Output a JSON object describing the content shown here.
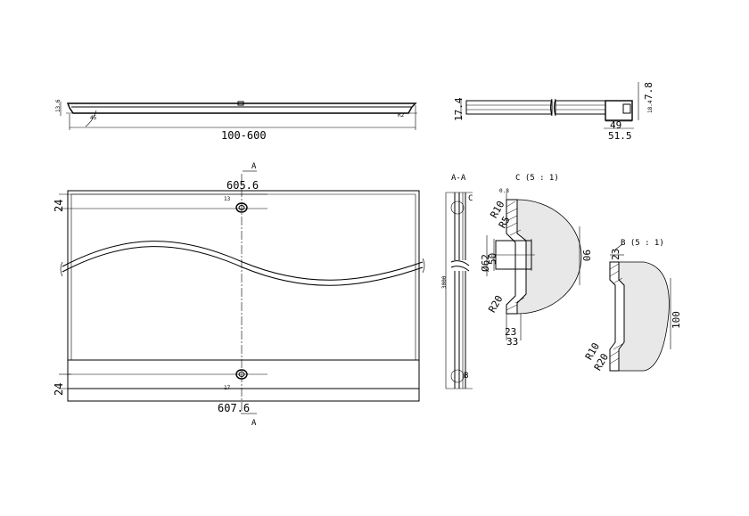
{
  "views": {
    "top_profile": {
      "span_label": "100-600",
      "left_thickness": "13.6",
      "angle_label": "45",
      "radius_label": "R2"
    },
    "side_profile": {
      "height_label": "17.4",
      "top_label": "7.8",
      "inner_label": "18.4",
      "width_label": "49",
      "width_outer_label": "51.5"
    },
    "front_view": {
      "section_marker_top": "A",
      "section_marker_bottom": "A",
      "top_width": "605.6",
      "bottom_width": "607.6",
      "top_rail": "24",
      "bottom_rail": "24",
      "top_hole_label": "13",
      "bottom_hole_label": "17"
    },
    "section_aa": {
      "title": "A-A",
      "height_label": "3000",
      "callout_c": "C",
      "callout_b": "B"
    },
    "detail_c": {
      "title": "C (5 : 1)",
      "top_gap": "0.8",
      "r10": "R10",
      "r5": "R5",
      "dim_50": "50",
      "dim_62": "Ø62",
      "dim_90": "90",
      "r20": "R20",
      "dim_23": "23",
      "dim_33": "33"
    },
    "detail_b": {
      "title": "B (5 : 1)",
      "dim_23": "23",
      "dim_100": "100",
      "r10": "R10",
      "r20": "R20"
    }
  }
}
